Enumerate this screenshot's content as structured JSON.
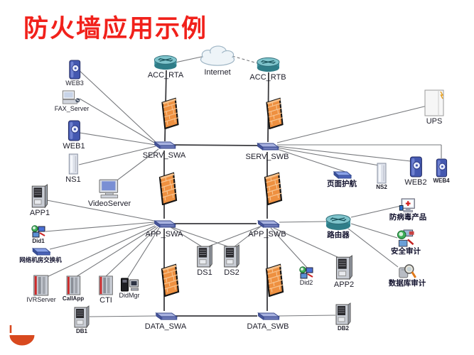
{
  "title": "防火墙应用示例",
  "nodes": {
    "web3": "WEB3",
    "fax_server": "FAX_Server",
    "web1": "WEB1",
    "ns1": "NS1",
    "app1": "APP1",
    "videoserver": "VideoServer",
    "did1": "Did1",
    "net_room_switch": "网络机房交换机",
    "ivrserver": "IVRServer",
    "callapp": "CallApp",
    "cti": "CTI",
    "didmgr": "DidMgr",
    "db1": "DB1",
    "acc_rta": "ACC_RTA",
    "internet": "Internet",
    "acc_rtb": "ACC_RTB",
    "serv_swa": "SERV_SWA",
    "serv_swb": "SERV_SWB",
    "app_swa": "APP_SWA",
    "app_swb": "APP_SWB",
    "ds1": "DS1",
    "ds2": "DS2",
    "data_swa": "DATA_SWA",
    "data_swb": "DATA_SWB",
    "db2": "DB2",
    "ups": "UPS",
    "page_guard": "页面护航",
    "ns2": "NS2",
    "web2": "WEB2",
    "web4": "WEB4",
    "antivirus": "防病毒产品",
    "router": "路由器",
    "security_audit": "安全审计",
    "did2": "Did2",
    "app2": "APP2",
    "db_audit": "数据库审计"
  },
  "colors": {
    "title_red": "#f1211b",
    "line_gray": "#76787c",
    "firewall_orange": "#ee9040",
    "switch_blue": "#5a68b0",
    "router_teal": "#3d93a0",
    "logo_orange": "#d8491f"
  }
}
